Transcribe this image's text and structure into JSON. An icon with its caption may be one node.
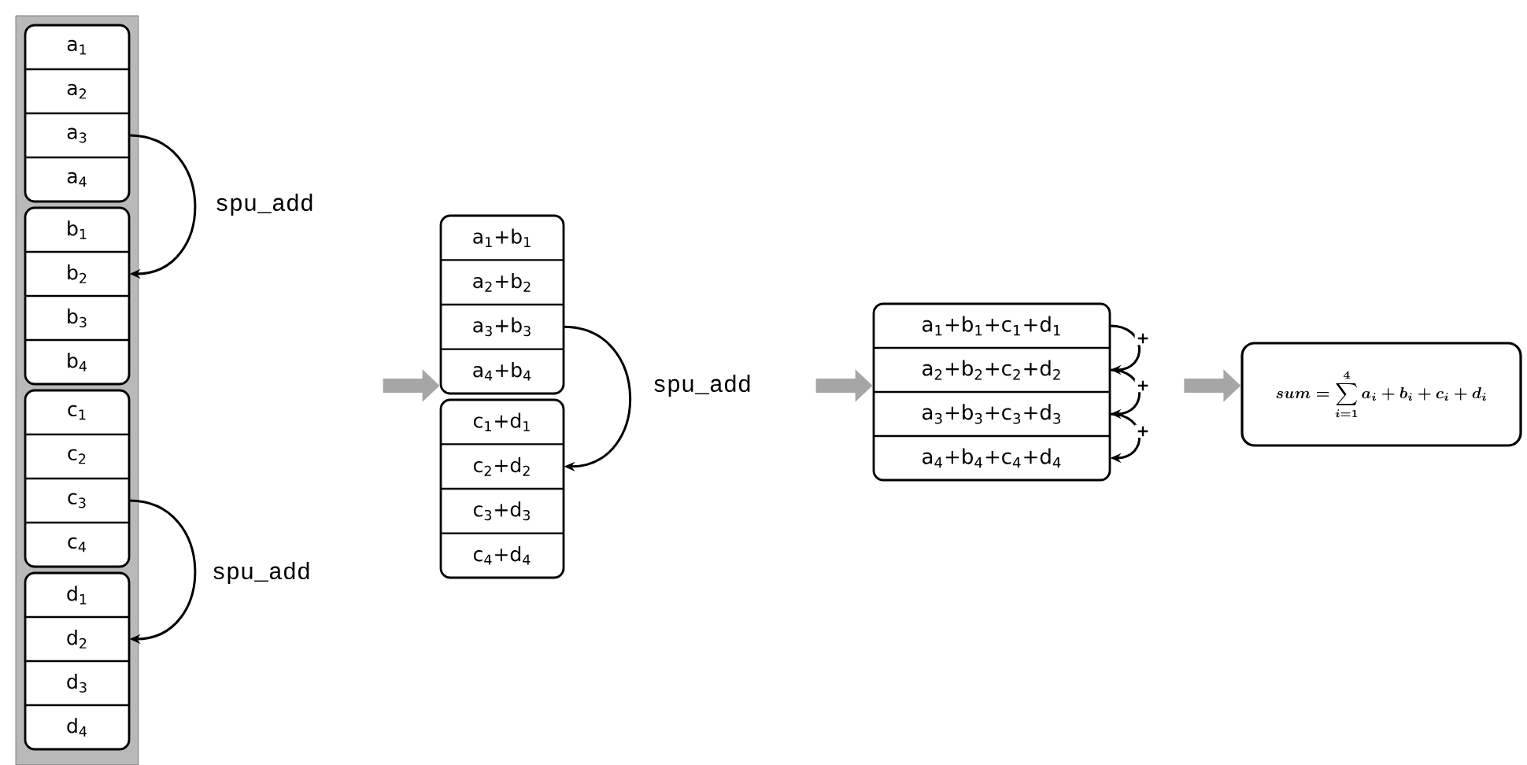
{
  "diagram": {
    "nodes": [
      {
        "text": [],
        "shape": "bar"
      },
      {
        "text": [],
        "shape": "box",
        "in": 0
      },
      {
        "text": [
          "a$_{1}$"
        ],
        "in": 1
      },
      {
        "text": [
          "a$_{2}$"
        ],
        "in": 1
      },
      {
        "text": [
          "a$_{3}$"
        ],
        "in": 1
      },
      {
        "text": [
          "a$_{4}$"
        ],
        "in": 1
      },
      {
        "text": [],
        "shape": "box",
        "in": 0
      },
      {
        "text": [
          "b$_{1}$"
        ],
        "in": 6
      },
      {
        "text": [
          "b$_{2}$"
        ],
        "in": 6
      },
      {
        "text": [
          "b$_{3}$"
        ],
        "in": 6
      },
      {
        "text": [
          "b$_{4}$"
        ],
        "in": 6
      },
      {
        "text": [],
        "shape": "box",
        "in": 0
      },
      {
        "text": [
          "c$_{1}$"
        ],
        "in": 11
      },
      {
        "text": [
          "c$_{2}$"
        ],
        "in": 11
      },
      {
        "text": [
          "c$_{3}$"
        ],
        "in": 11
      },
      {
        "text": [
          "c$_{4}$"
        ],
        "in": 11
      },
      {
        "text": [],
        "shape": "box",
        "in": 0
      },
      {
        "text": [
          "d$_{1}$"
        ],
        "in": 16
      },
      {
        "text": [
          "d$_{2}$"
        ],
        "in": 16
      },
      {
        "text": [
          "d$_{3}$"
        ],
        "in": 16
      },
      {
        "text": [
          "d$_{4}$"
        ],
        "in": 16
      },
      {
        "text": [],
        "shape": "box"
      },
      {
        "text": [
          "a$_{1}$+b$_{1}$"
        ],
        "in": 21
      },
      {
        "text": [
          "a$_{2}$+b$_{2}$"
        ],
        "in": 21
      },
      {
        "text": [
          "a$_{3}$+b$_{3}$"
        ],
        "in": 21
      },
      {
        "text": [
          "a$_{4}$+b$_{4}$"
        ],
        "in": 21
      },
      {
        "text": [],
        "shape": "box"
      },
      {
        "text": [
          "c$_{1}$+d$_{1}$"
        ],
        "in": 26
      },
      {
        "text": [
          "c$_{2}$+d$_{2}$"
        ],
        "in": 26
      },
      {
        "text": [
          "c$_{3}$+d$_{3}$"
        ],
        "in": 26
      },
      {
        "text": [
          "c$_{4}$+d$_{4}$"
        ],
        "in": 26
      },
      {
        "text": [],
        "shape": "box"
      },
      {
        "text": [
          "a$_{1}$+b$_{1}$+c$_{1}$+d$_{1}$"
        ],
        "in": 31
      },
      {
        "text": [
          "a$_{2}$+b$_{2}$+c$_{2}$+d$_{2}$"
        ],
        "in": 31
      },
      {
        "text": [
          "a$_{3}$+b$_{3}$+c$_{3}$+d$_{3}$"
        ],
        "in": 31
      },
      {
        "text": [
          "a$_{4}$+b$_{4}$+c$_{4}$+d$_{4}$"
        ],
        "in": 31
      },
      {
        "text": [
          "sum = \\sum_{i=1}^{4} a_i + b_i + c_i + d_i"
        ]
      }
    ],
    "edges": [
      {
        "from": 4,
        "to": 8,
        "arrow": "to",
        "label": "spu_add"
      },
      {
        "from": 14,
        "to": 18,
        "arrow": "to",
        "label": "spu_add"
      },
      {
        "from": 24,
        "to": 28,
        "arrow": "to",
        "label": "spu_add"
      },
      {
        "from": 32,
        "to": 33,
        "arrow": "to",
        "label": "+"
      },
      {
        "from": 33,
        "to": 34,
        "arrow": "to",
        "label": "+"
      },
      {
        "from": 34,
        "to": 35,
        "arrow": "to",
        "label": "+"
      },
      {
        "from": null,
        "to": 21,
        "arrow": "to",
        "style": "thick",
        "color": "#a6a6a6"
      },
      {
        "from": null,
        "to": 31,
        "arrow": "to",
        "style": "thick",
        "color": "#a6a6a6"
      },
      {
        "from": null,
        "to": 36,
        "arrow": "to",
        "style": "thick",
        "color": "#a6a6a6"
      }
    ]
  }
}
